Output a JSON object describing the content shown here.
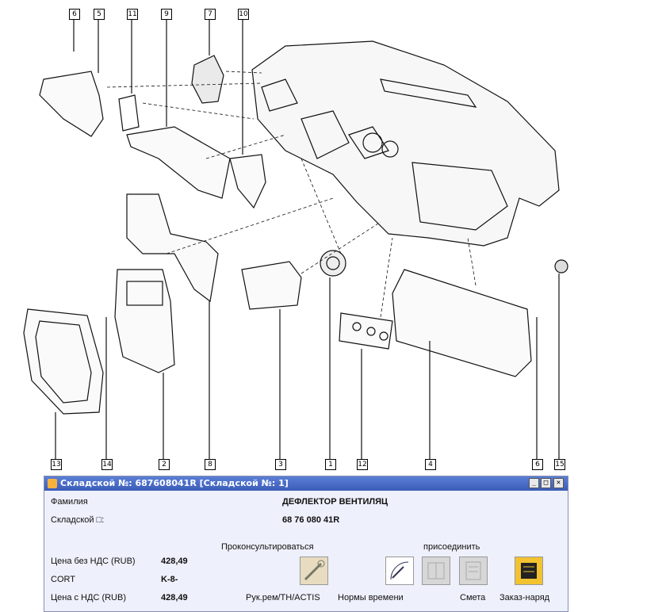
{
  "diagram": {
    "callouts_top": [
      "6",
      "5",
      "11",
      "9",
      "7",
      "10"
    ],
    "callouts_bottom": [
      "13",
      "14",
      "2",
      "8",
      "3",
      "1",
      "12",
      "4",
      "6",
      "15"
    ]
  },
  "dialog": {
    "title": "Складской №: 687608041R [Складской №: 1]",
    "window_buttons": {
      "minimize": "_",
      "maximize": "□",
      "close": "✕"
    },
    "fields": {
      "family_label": "Фамилия",
      "family_value": "ДЕФЛЕКТОР ВЕНТИЛЯЦ",
      "stock_label": "Складской □:",
      "stock_value": "68 76 080 41R",
      "price_no_vat_label": "Цена без НДС (RUB)",
      "price_no_vat_value": "428,49",
      "cort_label": "CORT",
      "cort_value": "K-8-",
      "price_vat_label": "Цена с НДС (RUB)",
      "price_vat_value": "428,49"
    },
    "consult_heading": "Проконсультироваться",
    "attach_heading": "присоединить",
    "actions": {
      "manual": "Рук.рем/TH/ACTIS",
      "time_norms": "Нормы времени",
      "estimate": "Смета",
      "work_order": "Заказ-наряд"
    }
  }
}
